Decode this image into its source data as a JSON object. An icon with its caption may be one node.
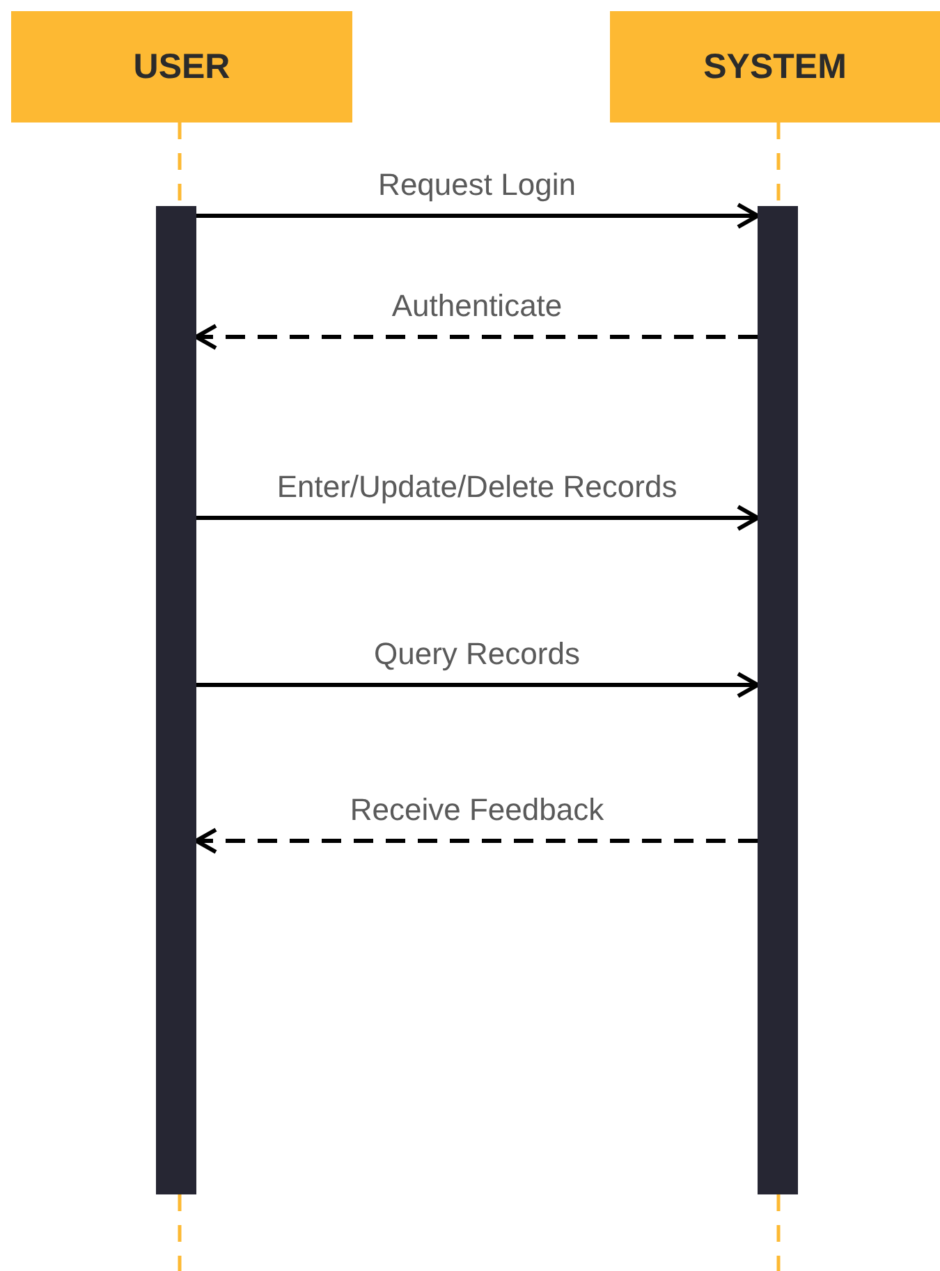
{
  "diagram": {
    "nodes": [
      {
        "text": [
          "USER"
        ]
      },
      {
        "text": [
          "SYSTEM"
        ]
      },
      {
        "text": [],
        "shape": "bar"
      },
      {
        "text": [],
        "shape": "bar"
      }
    ],
    "edges": [
      {
        "from": 2,
        "to": 3,
        "arrow": "to",
        "label": "Request Login"
      },
      {
        "from": 3,
        "to": 2,
        "arrow": "to",
        "label": "Authenticate",
        "style": "dashed"
      },
      {
        "from": 2,
        "to": 3,
        "arrow": "to",
        "label": "Enter/Update/Delete Records"
      },
      {
        "from": 2,
        "to": 3,
        "arrow": "to",
        "label": "Query Records"
      },
      {
        "from": 3,
        "to": 2,
        "arrow": "to",
        "label": "Receive Feedback",
        "style": "dashed"
      }
    ]
  }
}
